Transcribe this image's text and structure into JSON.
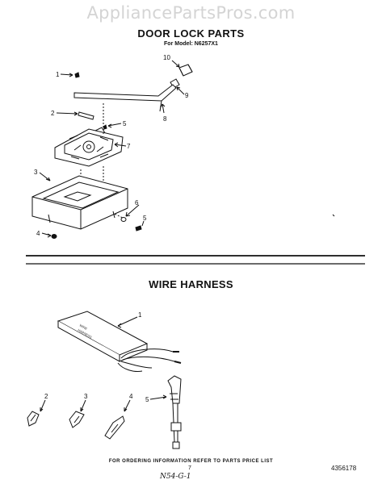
{
  "watermark": "AppliancePartsPros.com",
  "door_lock": {
    "title": "DOOR LOCK PARTS",
    "subtitle": "For Model: N6257X1",
    "callouts": [
      "1",
      "2",
      "3",
      "4",
      "5",
      "5",
      "6",
      "7",
      "8",
      "9",
      "10"
    ]
  },
  "wire_harness": {
    "title": "WIRE HARNESS",
    "callouts": [
      "1",
      "2",
      "3",
      "4",
      "5"
    ]
  },
  "footer": {
    "ordering_note": "FOR ORDERING INFORMATION REFER TO PARTS PRICE LIST",
    "page_number": "7",
    "part_number": "4356178",
    "handwritten": "N54-G-1"
  }
}
